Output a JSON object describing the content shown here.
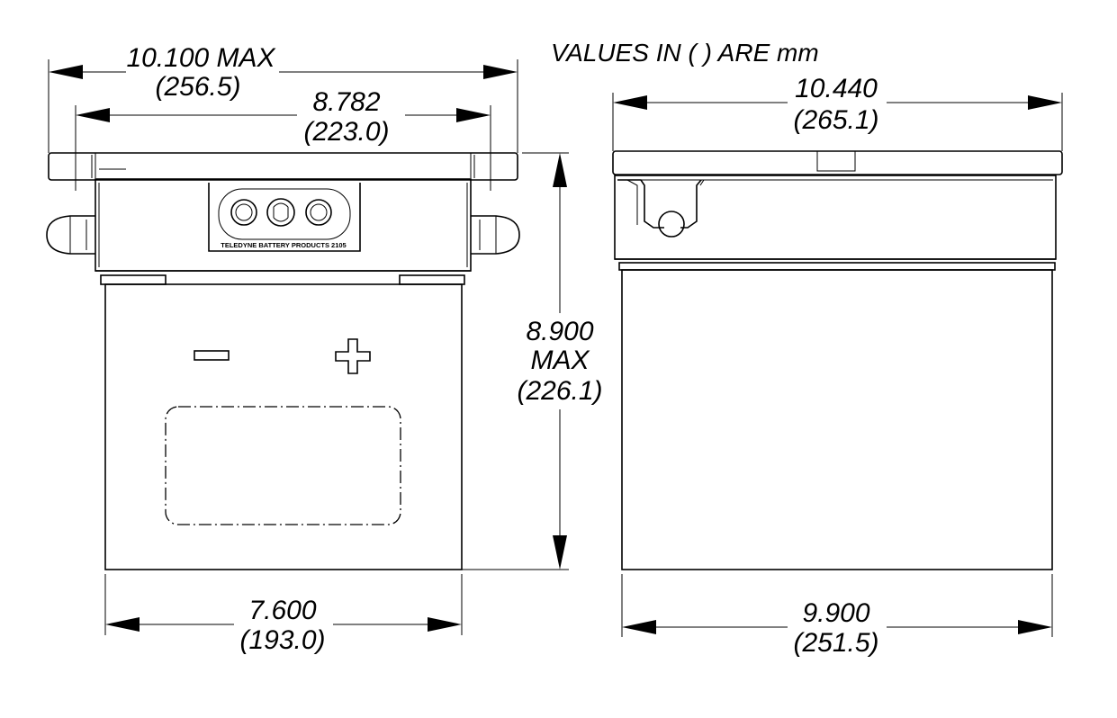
{
  "units_note": "VALUES IN ( ) ARE mm",
  "front_view": {
    "overall_width": {
      "inch": "10.100 MAX",
      "mm": "(256.5)"
    },
    "mount_width": {
      "inch": "8.782",
      "mm": "(223.0)"
    },
    "height": {
      "inch": "8.900",
      "max": "MAX",
      "mm": "(226.1)"
    },
    "base_width": {
      "inch": "7.600",
      "mm": "(193.0)"
    },
    "nameplate": "TELEDYNE BATTERY PRODUCTS 2105",
    "negative_symbol": "−",
    "positive_symbol": "+"
  },
  "side_view": {
    "top_width": {
      "inch": "10.440",
      "mm": "(265.1)"
    },
    "base_width": {
      "inch": "9.900",
      "mm": "(251.5)"
    }
  }
}
